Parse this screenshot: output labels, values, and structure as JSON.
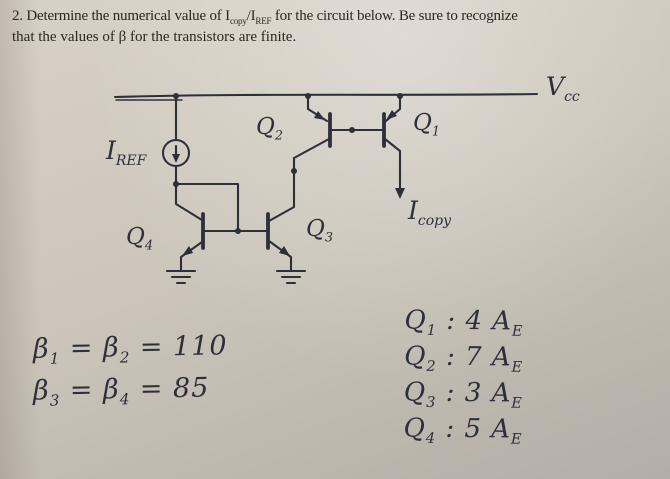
{
  "header": {
    "parts": [
      "2.",
      "  Determine the numerical value of I",
      "copy",
      "/I",
      "REF",
      " for the circuit below.  Be sure to recognize"
    ],
    "line2": "that the values of β for the transistors are finite."
  },
  "circuit": {
    "vcc": {
      "main": "V",
      "sub": "cc"
    },
    "iref": {
      "main": "I",
      "sub": "REF"
    },
    "icopy": {
      "main": "I",
      "sub": "copy"
    },
    "q1": {
      "main": "Q",
      "sub": "1"
    },
    "q2": {
      "main": "Q",
      "sub": "2"
    },
    "q3": {
      "main": "Q",
      "sub": "3"
    },
    "q4": {
      "main": "Q",
      "sub": "4"
    }
  },
  "betas": {
    "line1": [
      "β",
      "1",
      " = β",
      "2",
      " =  110"
    ],
    "line2": [
      "β",
      "3",
      " = β",
      "4",
      " =  85"
    ]
  },
  "areas": [
    {
      "name": "Q",
      "sub": "1",
      "sep": " :  ",
      "value": "4 A",
      "value_sub": "E"
    },
    {
      "name": "Q",
      "sub": "2",
      "sep": " :  ",
      "value": "7 A",
      "value_sub": "E"
    },
    {
      "name": "Q",
      "sub": "3",
      "sep": " :  ",
      "value": "3 A",
      "value_sub": "E"
    },
    {
      "name": "Q",
      "sub": "4",
      "sep": " :  ",
      "value": "5 A",
      "value_sub": "E"
    }
  ],
  "colors": {
    "ink": "#2e2f3a",
    "print": "#2b2723",
    "paper_light": "#d8d2c6",
    "paper_dark": "#b3aea6"
  }
}
